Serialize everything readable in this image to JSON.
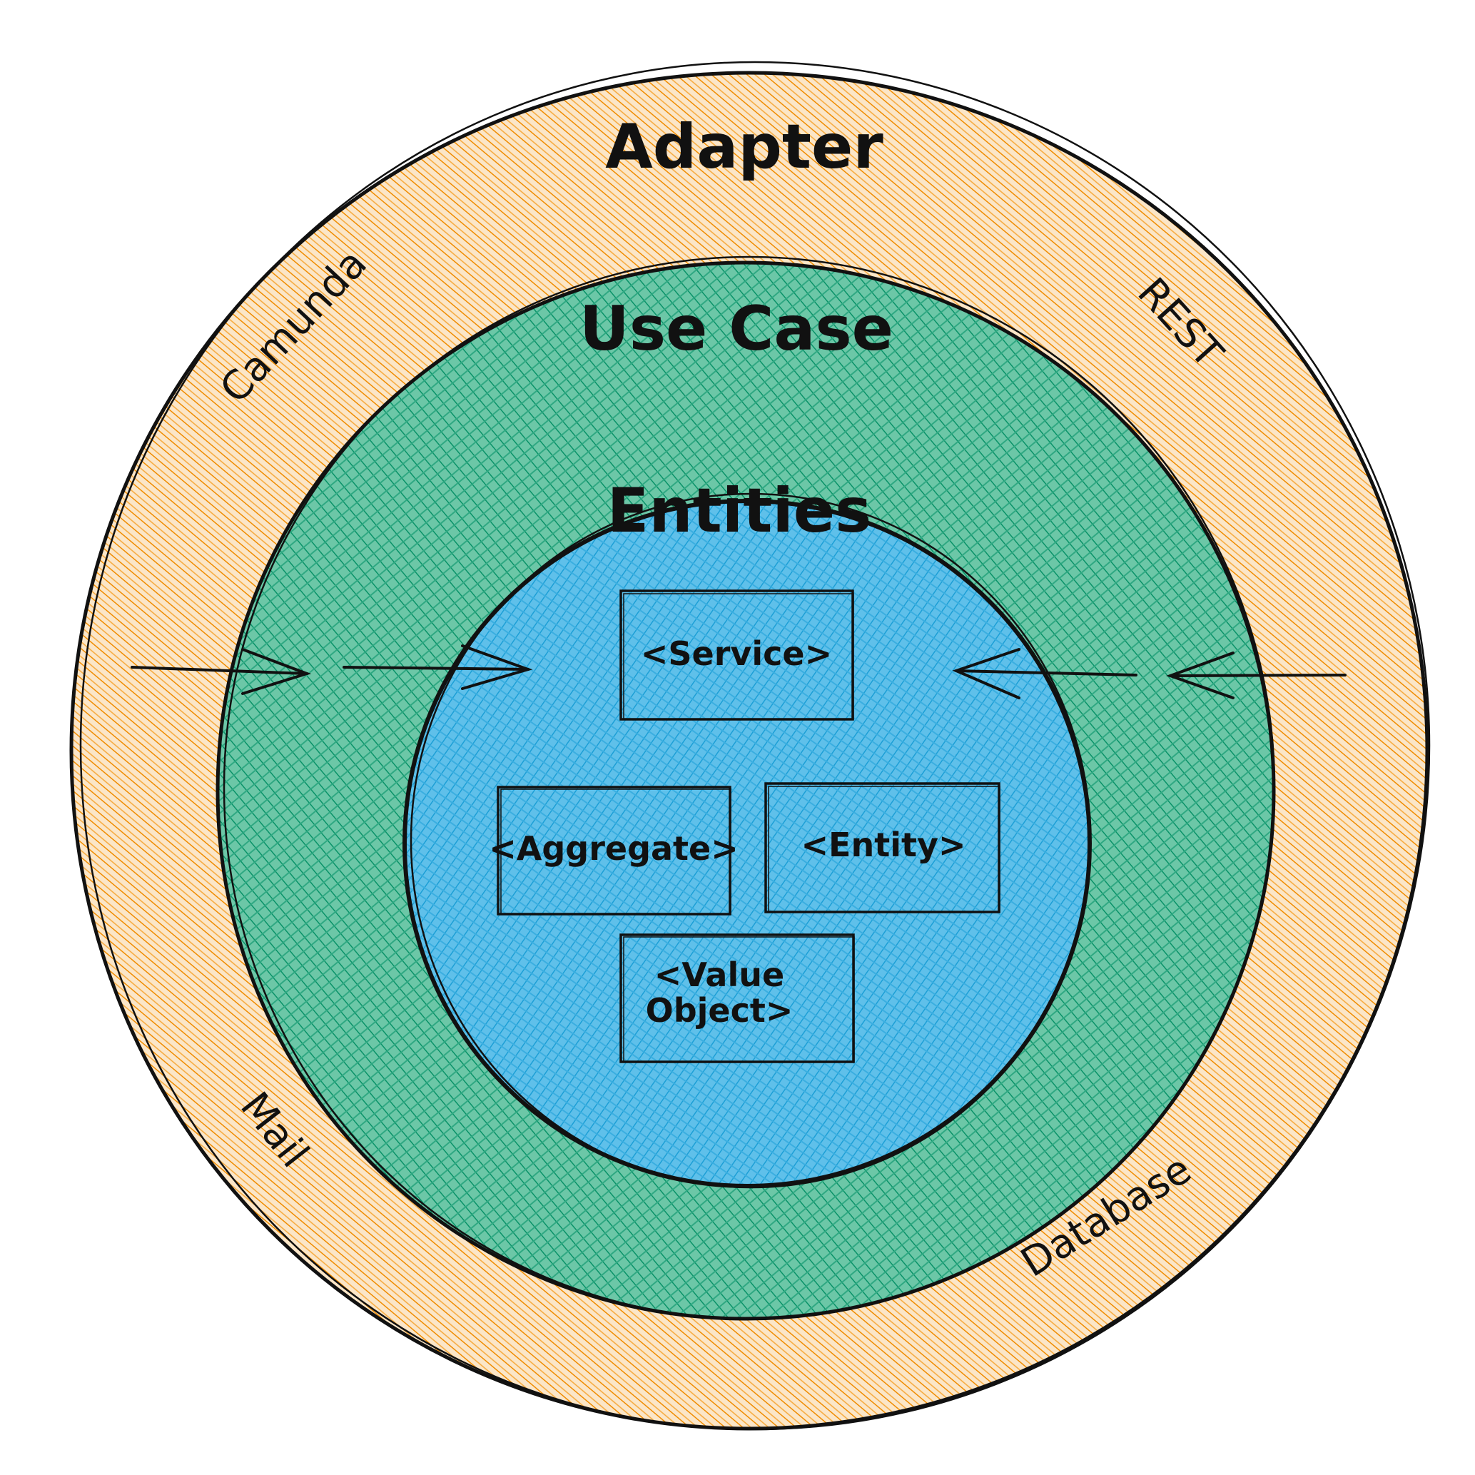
{
  "layers": {
    "adapter": {
      "title": "Adapter",
      "color": "#f08c00",
      "labels": [
        "Camunda",
        "REST",
        "Mail",
        "Database"
      ]
    },
    "use_case": {
      "title": "Use Case",
      "color": "#099268"
    },
    "entities": {
      "title": "Entities",
      "color": "#1c9fd6"
    }
  },
  "boxes": {
    "service": "<Service>",
    "aggregate": "<Aggregate>",
    "entity": "<Entity>",
    "value_object_line1": "<Value",
    "value_object_line2": "Object>"
  },
  "stroke_color": "#111111"
}
